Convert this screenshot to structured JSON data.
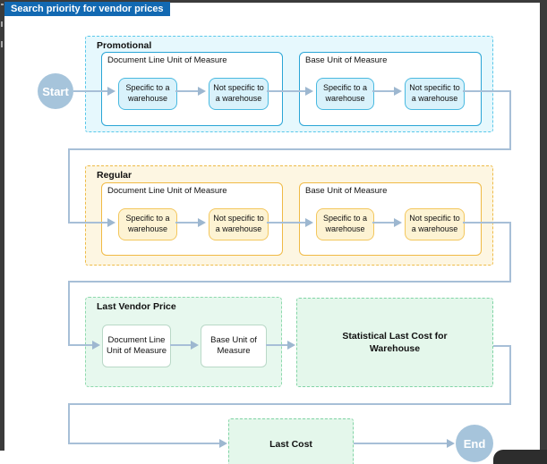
{
  "title_bar": {
    "text": "Search priority for vendor prices"
  },
  "flowchart": {
    "start": "Start",
    "end": "End",
    "sections": [
      {
        "id": "promotional",
        "label": "Promotional",
        "groups": [
          {
            "label": "Document Line Unit of Measure",
            "nodes": [
              "Specific to a warehouse",
              "Not specific to a warehouse"
            ]
          },
          {
            "label": "Base Unit of Measure",
            "nodes": [
              "Specific to a warehouse",
              "Not specific to a warehouse"
            ]
          }
        ]
      },
      {
        "id": "regular",
        "label": "Regular",
        "groups": [
          {
            "label": "Document Line Unit of Measure",
            "nodes": [
              "Specific to a warehouse",
              "Not specific to a warehouse"
            ]
          },
          {
            "label": "Base Unit of Measure",
            "nodes": [
              "Specific to a warehouse",
              "Not specific to a warehouse"
            ]
          }
        ]
      },
      {
        "id": "last_vendor_price",
        "label": "Last Vendor Price",
        "nodes": [
          "Document Line Unit of Measure",
          "Base Unit of Measure"
        ]
      }
    ],
    "terminal_boxes": {
      "statistical_last_cost": "Statistical Last Cost for Warehouse",
      "last_cost": "Last Cost"
    }
  },
  "colors": {
    "title_bg": "#1269b2",
    "title_text": "#ffffff",
    "promotional_fill": "#e6f8fd",
    "promotional_border": "#5ac8ea",
    "promotional_node_fill": "#d9f2fb",
    "regular_fill": "#fdf6e2",
    "regular_border": "#eebb47",
    "regular_node_fill": "#fdf3d3",
    "green_fill": "#e4f7eb",
    "green_border": "#82d4a6",
    "connector": "#a7bfd7",
    "terminal_circle": "#a6c4db",
    "window_border": "#3b3b3b"
  }
}
